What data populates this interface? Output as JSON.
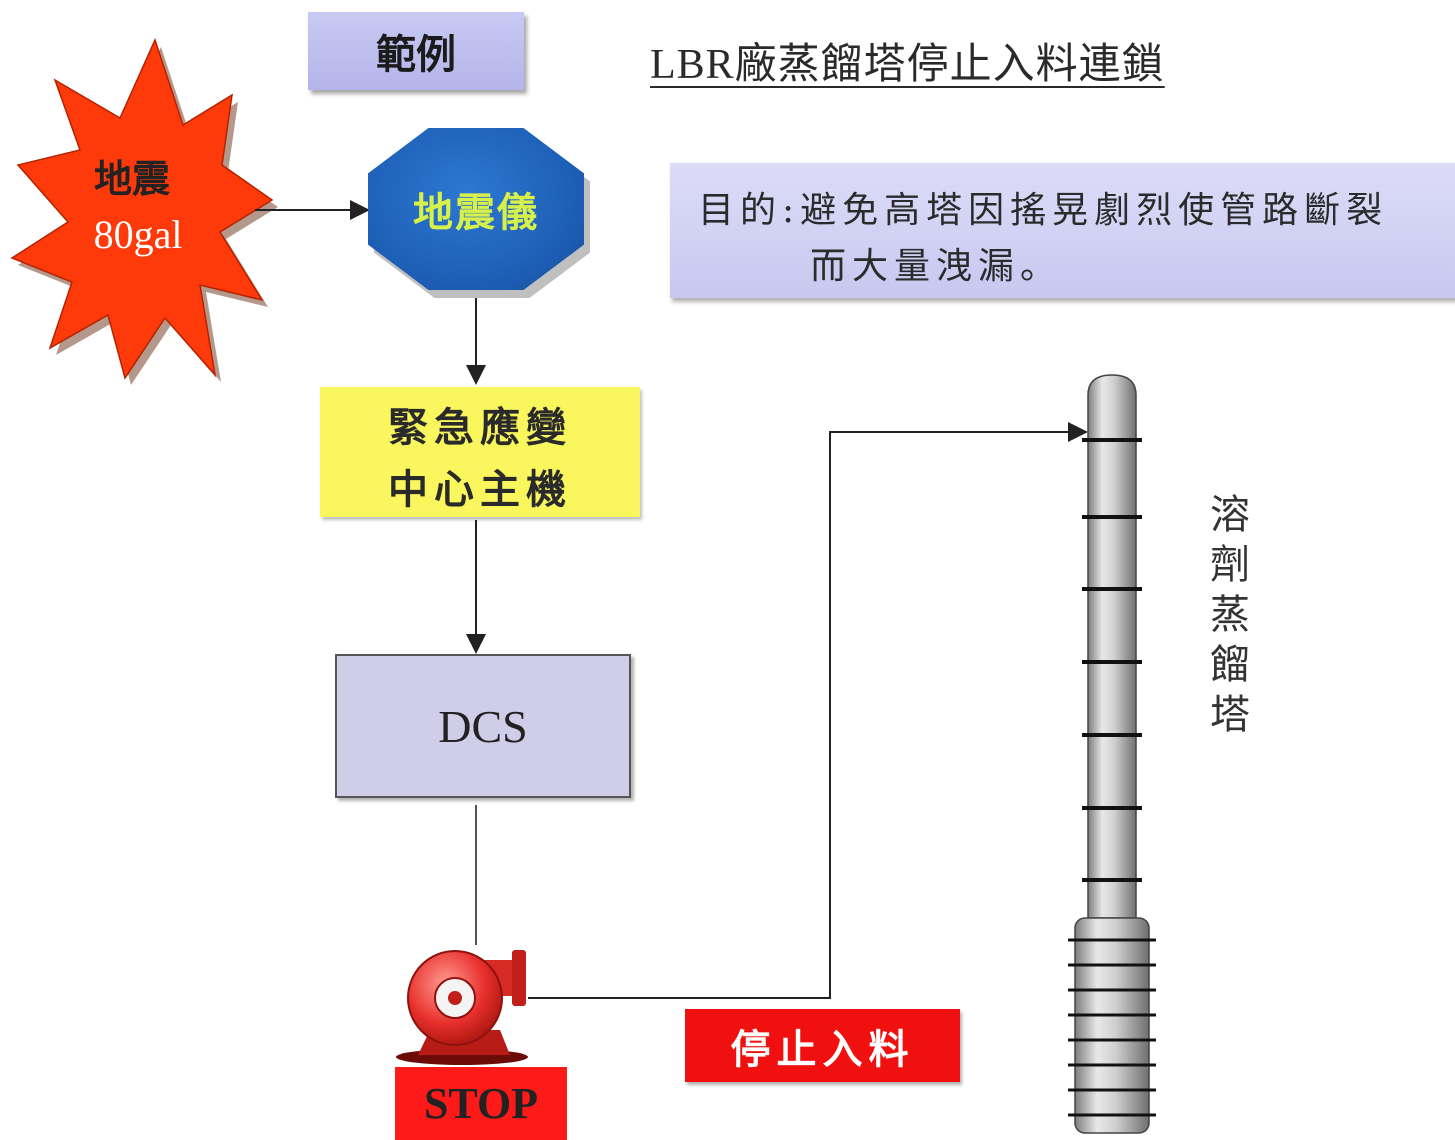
{
  "example_label": "範例",
  "title": "LBR廠蒸餾塔停止入料連鎖",
  "purpose": {
    "line1": "目的:避免高塔因搖晃劇烈使管路斷裂",
    "line2": "而大量洩漏。"
  },
  "earthquake": {
    "line1": "地震",
    "line2": "80gal"
  },
  "seismometer": "地震儀",
  "emergency_center": {
    "line1": "緊急應變",
    "line2": "中心主機"
  },
  "dcs": "DCS",
  "stop": "STOP",
  "stop_feed": "停止入料",
  "column_label": [
    "溶",
    "劑",
    "蒸",
    "餾",
    "塔"
  ],
  "colors": {
    "starburst": "#ff3a0a",
    "seismometer": "#1c5db3",
    "seismometer_text": "#d8f04a",
    "emergency_box": "#faf75e",
    "dcs_box": "#cfcde8",
    "stop_red": "#ff1a1a",
    "pump_red": "#e8302c"
  }
}
